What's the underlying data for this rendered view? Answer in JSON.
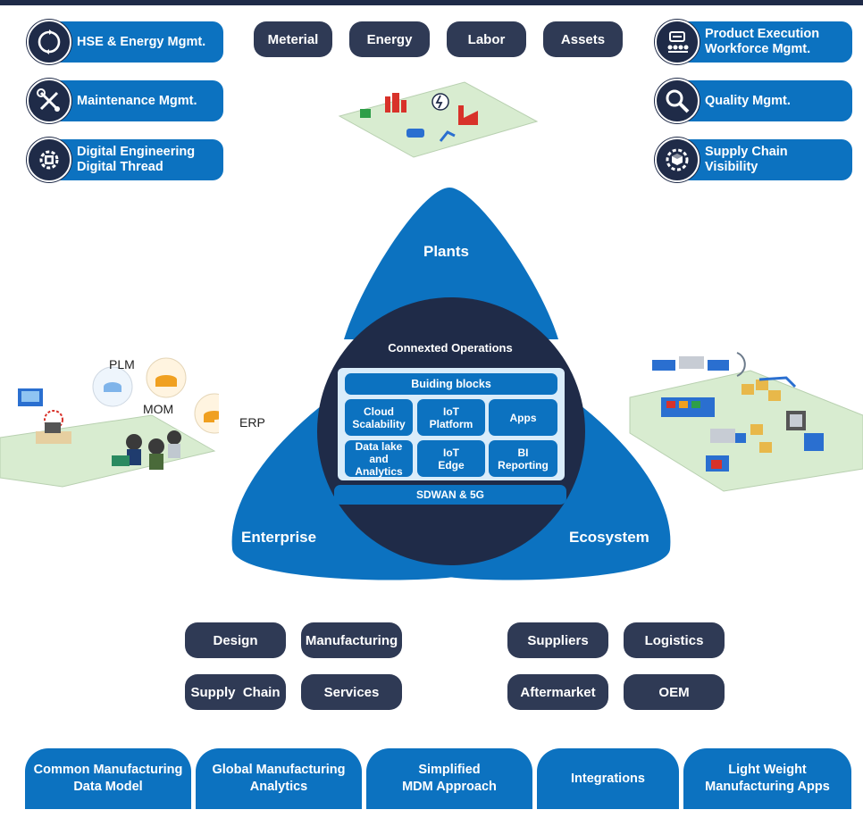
{
  "resources": [
    "Meterial",
    "Energy",
    "Labor",
    "Assets"
  ],
  "left_features": [
    {
      "lines": [
        "HSE & Energy Mgmt."
      ],
      "icon": "cycle-icon"
    },
    {
      "lines": [
        "Maintenance Mgmt."
      ],
      "icon": "tools-icon"
    },
    {
      "lines": [
        "Digital Engineering",
        "Digital Thread"
      ],
      "icon": "gear-chip-icon"
    }
  ],
  "right_features": [
    {
      "lines": [
        "Product Execution",
        "Workforce Mgmt."
      ],
      "icon": "workforce-icon"
    },
    {
      "lines": [
        "Quality Mgmt."
      ],
      "icon": "magnifier-icon"
    },
    {
      "lines": [
        "Supply Chain",
        "Visibility"
      ],
      "icon": "package-gear-icon"
    }
  ],
  "petals": {
    "top": "Plants",
    "left": "Enterprise",
    "right": "Ecosystem"
  },
  "core": {
    "title": "Connexted Operations",
    "header": "Buiding blocks",
    "blocks": [
      [
        "Cloud",
        "Scalability"
      ],
      [
        "IoT",
        "Platform"
      ],
      [
        "Apps"
      ],
      [
        "Data lake and",
        "Analytics"
      ],
      [
        "IoT",
        "Edge"
      ],
      [
        "BI",
        "Reporting"
      ]
    ],
    "footer": "SDWAN & 5G"
  },
  "enterprise_systems": [
    "PLM",
    "MOM",
    "ERP"
  ],
  "enterprise_functions": [
    "Design",
    "Manufacturing",
    "Supply  Chain",
    "Services"
  ],
  "ecosystem_functions": [
    "Suppliers",
    "Logistics",
    "Aftermarket",
    "OEM"
  ],
  "bottom_pillars": [
    [
      "Common Manufacturing",
      "Data Model"
    ],
    [
      "Global Manufacturing",
      "Analytics"
    ],
    [
      "Simplified",
      "MDM Approach"
    ],
    [
      "Integrations"
    ],
    [
      "Light Weight",
      "Manufacturing Apps"
    ]
  ],
  "colors": {
    "navy": "#1f2b48",
    "blue": "#0c72c0",
    "slate": "#2f3a55",
    "light_panel": "#d9ecfa"
  }
}
